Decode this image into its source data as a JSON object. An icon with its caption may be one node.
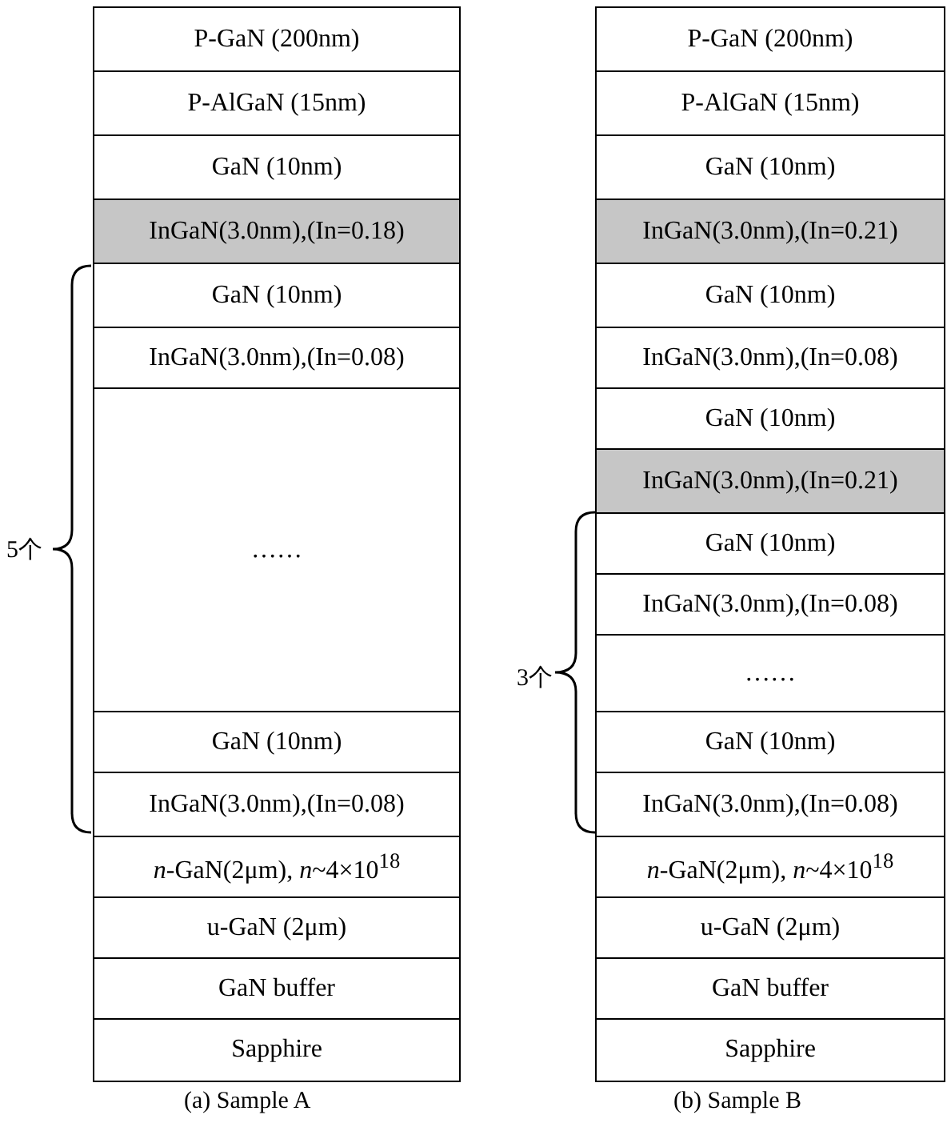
{
  "diagram": {
    "nodes": [
      {
        "text": [
          "P-GaN (200nm)"
        ]
      },
      {
        "text": [
          "P-AlGaN (15nm)"
        ]
      },
      {
        "text": [
          "GaN (10nm)"
        ]
      },
      {
        "text": [
          "InGaN(3.0nm),(In=0.18)"
        ]
      },
      {
        "text": [
          "GaN (10nm)"
        ]
      },
      {
        "text": [
          "InGaN(3.0nm),(In=0.08)"
        ]
      },
      {
        "text": [
          "……"
        ]
      },
      {
        "text": [
          "GaN (10nm)"
        ]
      },
      {
        "text": [
          "InGaN(3.0nm),(In=0.08)"
        ]
      },
      {
        "text": [
          "*n*-GaN(2μm), *n*~4×10$^{18}$"
        ]
      },
      {
        "text": [
          "u-GaN (2μm)"
        ]
      },
      {
        "text": [
          "GaN buffer"
        ]
      },
      {
        "text": [
          "Sapphire"
        ]
      },
      {
        "text": [
          "P-GaN (200nm)"
        ]
      },
      {
        "text": [
          "P-AlGaN (15nm)"
        ]
      },
      {
        "text": [
          "GaN (10nm)"
        ]
      },
      {
        "text": [
          "InGaN(3.0nm),(In=0.21)"
        ]
      },
      {
        "text": [
          "GaN (10nm)"
        ]
      },
      {
        "text": [
          "InGaN(3.0nm),(In=0.08)"
        ]
      },
      {
        "text": [
          "GaN (10nm)"
        ]
      },
      {
        "text": [
          "InGaN(3.0nm),(In=0.21)"
        ]
      },
      {
        "text": [
          "GaN (10nm)"
        ]
      },
      {
        "text": [
          "InGaN(3.0nm),(In=0.08)"
        ]
      },
      {
        "text": [
          "……"
        ]
      },
      {
        "text": [
          "GaN (10nm)"
        ]
      },
      {
        "text": [
          "InGaN(3.0nm),(In=0.08)"
        ]
      },
      {
        "text": [
          "*n*-GaN(2μm), *n*~4×10$^{18}$"
        ]
      },
      {
        "text": [
          "u-GaN (2μm)"
        ]
      },
      {
        "text": [
          "GaN buffer"
        ]
      },
      {
        "text": [
          "Sapphire"
        ]
      }
    ],
    "labels": [
      "5个",
      "3个",
      "(a) Sample A",
      "(b) Sample B"
    ]
  }
}
